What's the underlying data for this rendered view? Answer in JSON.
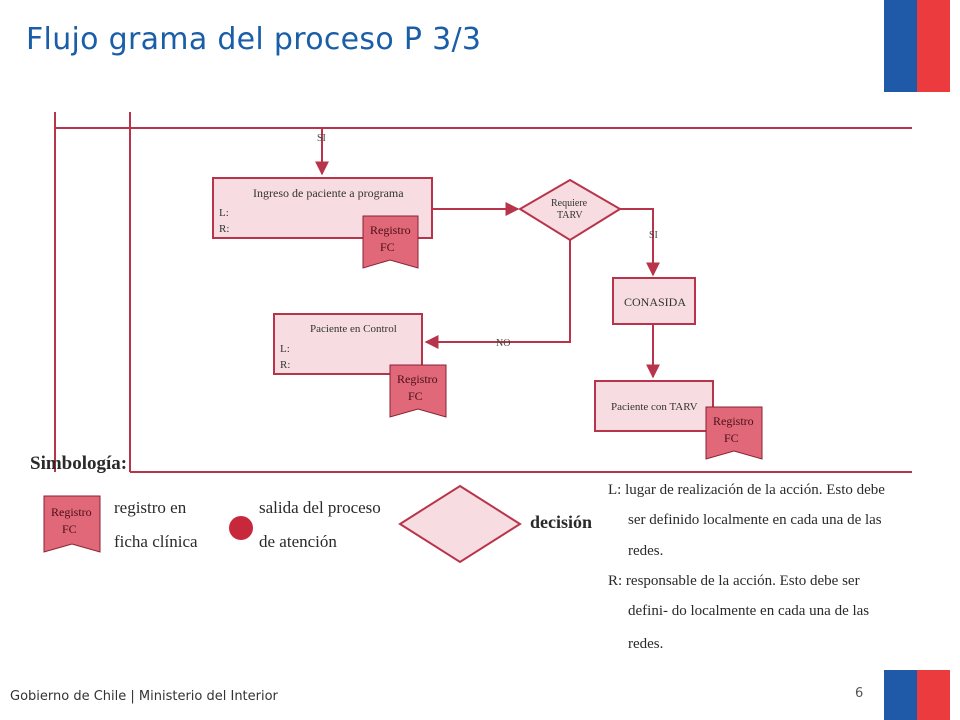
{
  "title": "Flujo grama del proceso  P 3/3",
  "footer": "Gobierno de Chile | Ministerio del Interior",
  "page_number": "6",
  "colors": {
    "line": "#b8344a",
    "fill": "#f7dde1",
    "doc_fill": "#e06878",
    "title": "#1a5ea8",
    "flag_blue": "#1e5aa8",
    "flag_red": "#ec3b3f"
  },
  "flow": {
    "label_si_top": "SI",
    "ingreso": {
      "title": "Ingreso de paciente a programa",
      "l": "L:",
      "r": "R:"
    },
    "requiere": {
      "line1": "Requiere",
      "line2": "TARV"
    },
    "label_si_right": "SI",
    "conasida": "CONASIDA",
    "control": {
      "title": "Paciente en Control",
      "l": "L:",
      "r": "R:"
    },
    "label_no": "NO",
    "tarv": "Paciente con TARV",
    "registro": {
      "line1": "Registro",
      "line2": "FC"
    }
  },
  "legend": {
    "heading": "Simbología:",
    "registro_line1": "registro en",
    "registro_line2": "ficha clínica",
    "salida_line1": "salida del proceso",
    "salida_line2": "de atención",
    "decision": "decisión",
    "l_lines": [
      "L: lugar de realización de la acción. Esto debe",
      "ser definido localmente en cada una de las",
      "redes."
    ],
    "r_lines": [
      "R: responsable de la acción. Esto debe ser",
      "defini- do localmente en cada una de las",
      "redes."
    ]
  }
}
